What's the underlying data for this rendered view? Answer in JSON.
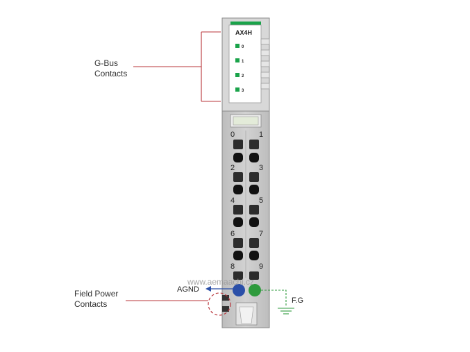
{
  "module": {
    "name": "AX4H",
    "led_labels": [
      "0",
      "1",
      "2",
      "3"
    ],
    "terminal_labels": [
      "0",
      "1",
      "2",
      "3",
      "4",
      "5",
      "6",
      "7",
      "8",
      "9"
    ]
  },
  "callouts": {
    "gbus_line1": "G-Bus",
    "gbus_line2": "Contacts",
    "field_line1": "Field Power",
    "field_line2": "Contacts",
    "agnd": "AGND",
    "fg": "F.G"
  },
  "watermark": "www.aemaachi.cz",
  "colors": {
    "led_green": "#1aa34a",
    "callout_red": "#b8343a",
    "agnd_blue": "#2a4fa8",
    "fg_green": "#2e9a3c",
    "body_gray": "#c9c9c9"
  }
}
